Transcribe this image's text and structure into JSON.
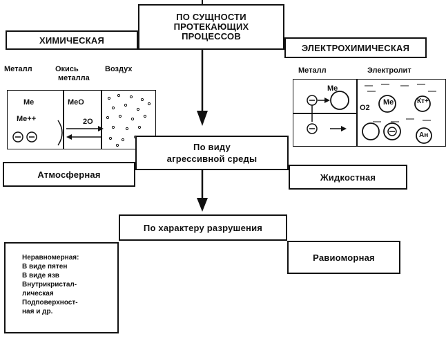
{
  "top_box": {
    "line1": "ПО СУЩНОСТИ",
    "line2": "ПРОТЕКАЮЩИХ",
    "line3": "ПРОЦЕССОВ"
  },
  "chemical_label": "ХИМИЧЕСКАЯ",
  "electrochemical_label": "ЭЛЕКТРОХИМИЧЕСКАЯ",
  "chem_diagram": {
    "col_metal": "Металл",
    "col_oxide_1": "Окись",
    "col_oxide_2": "металла",
    "col_air": "Воздух",
    "me": "Me",
    "meo": "MeO",
    "me_ion": "Me++",
    "o2": "2O",
    "electron": "Θ"
  },
  "electro_diagram": {
    "col_metal": "Металл",
    "col_electrolyte": "Электролит",
    "me": "Me",
    "o2": "O2",
    "cation": "Кт+",
    "anion": "Ан",
    "electron": "Θ"
  },
  "medium_box": {
    "line1": "По виду",
    "line2": "агрессивной среды"
  },
  "atmospheric_label": "Атмосферная",
  "liquid_label": "Жидкостная",
  "destruction_box": "По характеру разрушения",
  "uneven_list": [
    "Неравномерная:",
    "В виде пятен",
    "В виде язв",
    "Внутрикристал-",
    "лическая",
    "Подповерхност-",
    "ная и др."
  ],
  "even_label": "Равиоморная"
}
